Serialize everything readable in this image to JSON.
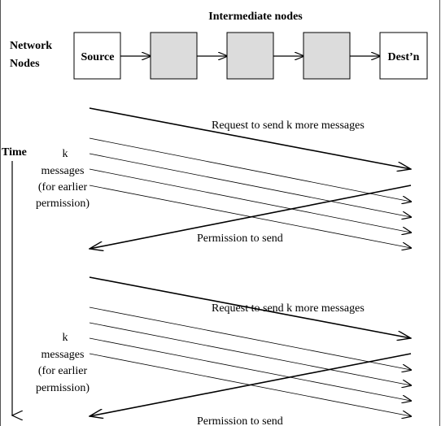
{
  "header": {
    "title": "Intermediate nodes",
    "row_label_line1": "Network",
    "row_label_line2": "Nodes"
  },
  "nodes": {
    "source": "Source",
    "destination": "Dest’n"
  },
  "time_label": "Time",
  "phases": [
    {
      "request_label": "Request to send k more messages",
      "messages_label": [
        "k",
        "messages",
        "(for earlier",
        "permission)"
      ],
      "permission_label": "Permission to send"
    },
    {
      "request_label": "Request to send k more messages",
      "messages_label": [
        "k",
        "messages",
        "(for earlier",
        "permission)"
      ],
      "permission_label": "Permission to send"
    }
  ]
}
